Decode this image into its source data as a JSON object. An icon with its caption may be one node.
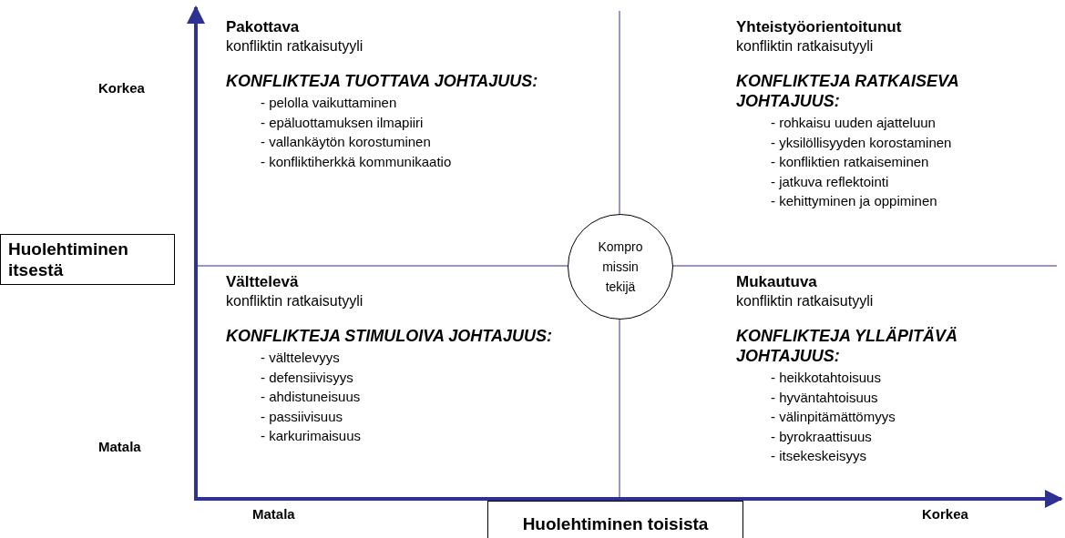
{
  "diagram": {
    "nodes": [
      {
        "text": [
          "Pakottava",
          "konfliktin ratkaisutyyli",
          "KONFLIKTEJA TUOTTAVA JOHTAJUUS:",
          "- pelolla vaikuttaminen",
          "- epäluottamuksen ilmapiiri",
          "- vallankäytön korostuminen",
          "- konfliktiherkkä kommunikaatio"
        ]
      },
      {
        "text": [
          "Yhteistyöorientoitunut",
          "konfliktin ratkaisutyyli",
          "KONFLIKTEJA RATKAISEVA JOHTAJUUS:",
          "- rohkaisu uuden ajatteluun",
          "- yksilöllisyyden korostaminen",
          "- konfliktien ratkaiseminen",
          "- jatkuva reflektointi",
          "- kehittyminen ja oppiminen"
        ]
      },
      {
        "text": [
          "Huolehtiminen itsestä"
        ]
      },
      {
        "text": [
          "Kompro missin tekijä"
        ]
      },
      {
        "text": [
          "Välttelevä",
          "konfliktin ratkaisutyyli",
          "KONFLIKTEJA STIMULOIVA JOHTAJUUS:",
          "- välttelevyys",
          "- defensiivisyys",
          "- ahdistuneisuus",
          "- passiivisuus",
          "- karkurimaisuus"
        ]
      },
      {
        "text": [
          "Mukautuva",
          "konfliktin ratkaisutyyli",
          "KONFLIKTEJA YLLÄPITÄVÄ JOHTAJUUS:",
          "- heikkotahtoisuus",
          "- hyväntahtoisuus",
          "- välinpitämättömyys",
          "- byrokraattisuus",
          "- itsekeskeisyys"
        ]
      },
      {
        "text": [
          "Huolehtiminen toisista"
        ]
      }
    ],
    "edges": [],
    "labels": [
      "Korkea",
      "Matala",
      "Matala",
      "Korkea"
    ]
  }
}
